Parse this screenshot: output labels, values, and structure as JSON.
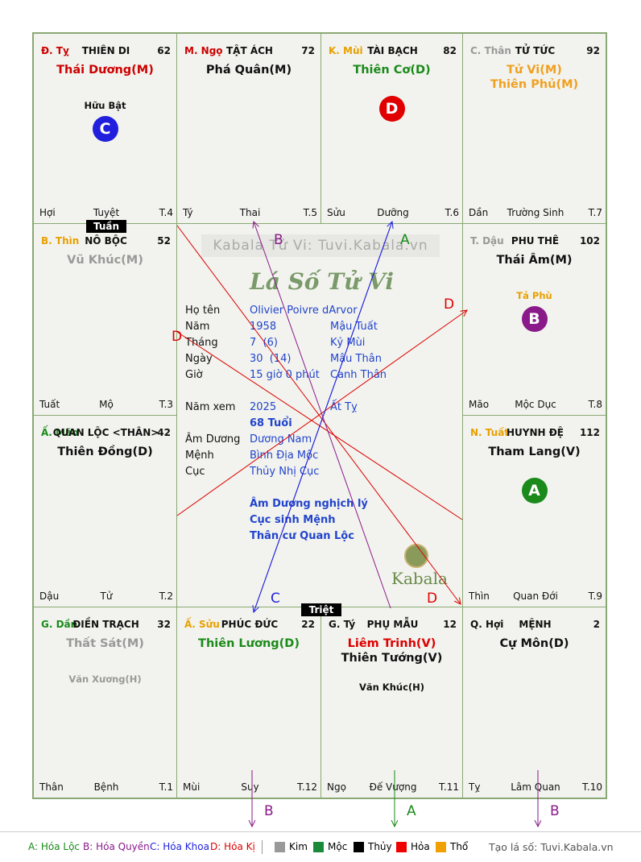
{
  "watermark": "Kabala Tử Vi: Tuvi.Kabala.vn",
  "logo_text": "Lá Số Tử Vi",
  "brand": "Kabala",
  "cells": [
    {
      "id": "ty",
      "branch": "Đ. Tỵ",
      "branch_color": "#cc0000",
      "palace": "THIÊN DI",
      "age": "62",
      "stars": [
        {
          "t": "Thái Dương(M)",
          "c": "#cc0000"
        }
      ],
      "minor": [
        {
          "t": "Hữu Bật",
          "c": "#111"
        }
      ],
      "badge": {
        "t": "C",
        "c": "#1f1fdd"
      },
      "foot": [
        "Hợi",
        "Tuyệt",
        "T.4"
      ]
    },
    {
      "id": "ngo",
      "branch": "M. Ngọ",
      "branch_color": "#cc0000",
      "palace": "TẬT ÁCH",
      "age": "72",
      "stars": [
        {
          "t": "Phá Quân(M)",
          "c": "#111"
        }
      ],
      "minor": [],
      "badge": null,
      "foot": [
        "Tý",
        "Thai",
        "T.5"
      ]
    },
    {
      "id": "mui",
      "branch": "K. Mùi",
      "branch_color": "#e8a000",
      "palace": "TÀI BẠCH",
      "age": "82",
      "stars": [
        {
          "t": "Thiên Cơ(D)",
          "c": "#1a8a1a"
        }
      ],
      "minor": [],
      "badge": {
        "t": "D",
        "c": "#e00000"
      },
      "foot": [
        "Sửu",
        "Dưỡng",
        "T.6"
      ]
    },
    {
      "id": "than",
      "branch": "C. Thân",
      "branch_color": "#999999",
      "palace": "TỬ TỨC",
      "age": "92",
      "stars": [
        {
          "t": "Tử Vi(M)",
          "c": "#f0a020"
        },
        {
          "t": "Thiên Phủ(M)",
          "c": "#f0a020"
        }
      ],
      "minor": [],
      "badge": null,
      "foot": [
        "Dần",
        "Trường Sinh",
        "T.7"
      ]
    },
    {
      "id": "thin",
      "branch": "B. Thìn",
      "branch_color": "#e8a000",
      "palace": "NÔ BỘC",
      "age": "52",
      "stars": [
        {
          "t": "Vũ Khúc(M)",
          "c": "#999"
        }
      ],
      "minor": [],
      "badge": null,
      "foot": [
        "Tuất",
        "Mộ",
        "T.3"
      ]
    },
    {
      "id": "dau",
      "branch": "T. Dậu",
      "branch_color": "#999999",
      "palace": "PHU THÊ",
      "age": "102",
      "stars": [
        {
          "t": "Thái Âm(M)",
          "c": "#111"
        }
      ],
      "minor": [
        {
          "t": "Tả Phù",
          "c": "#e8a000"
        }
      ],
      "badge": {
        "t": "B",
        "c": "#8a1a8a"
      },
      "foot": [
        "Mão",
        "Mộc Dục",
        "T.8"
      ]
    },
    {
      "id": "mao",
      "branch": "Ấ. Mão",
      "branch_color": "#1a8a1a",
      "palace": "QUAN LỘC <THÂN>",
      "age": "42",
      "stars": [
        {
          "t": "Thiên Đồng(D)",
          "c": "#111"
        }
      ],
      "minor": [],
      "badge": null,
      "foot": [
        "Dậu",
        "Tử",
        "T.2"
      ]
    },
    {
      "id": "tuat",
      "branch": "N. Tuất",
      "branch_color": "#e8a000",
      "palace": "HUYNH ĐỆ",
      "age": "112",
      "stars": [
        {
          "t": "Tham Lang(V)",
          "c": "#111"
        }
      ],
      "minor": [],
      "badge": {
        "t": "A",
        "c": "#1a8a1a"
      },
      "foot": [
        "Thìn",
        "Quan Đới",
        "T.9"
      ]
    },
    {
      "id": "dan",
      "branch": "G. Dần",
      "branch_color": "#1a8a1a",
      "palace": "ĐIỀN TRẠCH",
      "age": "32",
      "stars": [
        {
          "t": "Thất Sát(M)",
          "c": "#999"
        }
      ],
      "minor": [
        {
          "t": "Văn Xương(H)",
          "c": "#999"
        }
      ],
      "badge": null,
      "foot": [
        "Thân",
        "Bệnh",
        "T.1"
      ]
    },
    {
      "id": "suu",
      "branch": "Ấ. Sửu",
      "branch_color": "#e8a000",
      "palace": "PHÚC ĐỨC",
      "age": "22",
      "stars": [
        {
          "t": "Thiên Lương(D)",
          "c": "#1a8a1a"
        }
      ],
      "minor": [],
      "badge": null,
      "foot": [
        "Mùi",
        "Suy",
        "T.12"
      ]
    },
    {
      "id": "ti",
      "branch": "G. Tý",
      "branch_color": "#111111",
      "palace": "PHỤ MẪU",
      "age": "12",
      "stars": [
        {
          "t": "Liêm Trinh(V)",
          "c": "#dd0000"
        },
        {
          "t": "Thiên Tướng(V)",
          "c": "#111"
        }
      ],
      "minor": [
        {
          "t": "Văn Khúc(H)",
          "c": "#111"
        }
      ],
      "badge": null,
      "foot": [
        "Ngọ",
        "Đế Vượng",
        "T.11"
      ]
    },
    {
      "id": "hoi",
      "branch": "Q. Hợi",
      "branch_color": "#111111",
      "palace": "MỆNH",
      "age": "2",
      "stars": [
        {
          "t": "Cự Môn(D)",
          "c": "#111"
        }
      ],
      "minor": [],
      "badge": null,
      "foot": [
        "Tỵ",
        "Lâm Quan",
        "T.10"
      ]
    }
  ],
  "tags": {
    "tuan": "Tuần",
    "triet": "Triệt"
  },
  "info": {
    "ho_ten_label": "Họ tên",
    "ho_ten": "Olivier Poivre dArvor",
    "nam_label": "Năm",
    "nam": "1958",
    "nam_can_chi": "Mậu Tuất",
    "thang_label": "Tháng",
    "thang": "7  (6)",
    "thang_can_chi": "Kỷ Mùi",
    "ngay_label": "Ngày",
    "ngay": "30  (14)",
    "ngay_can_chi": "Mậu Thân",
    "gio_label": "Giờ",
    "gio": "15 giờ 0 phút",
    "gio_can_chi": "Canh Thân",
    "nam_xem_label": "Năm xem",
    "nam_xem": "2025",
    "nam_xem_can_chi": "Ất Tỵ",
    "tuoi": "68 Tuổi",
    "am_duong_label": "Âm Dương",
    "am_duong": "Dương Nam",
    "menh_label": "Mệnh",
    "menh": "Bình Địa Mộc",
    "cuc_label": "Cục",
    "cuc": "Thủy Nhị Cục",
    "note1": "Âm Dương nghịch lý",
    "note2": "Cục sinh Mệnh",
    "note3": "Thân cư Quan Lộc"
  },
  "arrow_labels": {
    "a": "A",
    "b": "B",
    "c": "C",
    "d": "D"
  },
  "legend": {
    "a": "A: Hóa Lộc",
    "b": "B: Hóa Quyền",
    "c": "C: Hóa Khoa",
    "d": "D: Hóa Kị",
    "kim": "Kim",
    "moc": "Mộc",
    "thuy": "Thủy",
    "hoa": "Hỏa",
    "tho": "Thổ",
    "site": "Tạo lá số: Tuvi.Kabala.vn"
  },
  "colors": {
    "kim": "#999999",
    "moc": "#1a8a3a",
    "thuy": "#000000",
    "hoa": "#ee0000",
    "tho": "#f0a000",
    "a": "#1a8a1a",
    "b": "#8a1a8a",
    "c": "#1f1fdd",
    "d": "#dd0000"
  }
}
